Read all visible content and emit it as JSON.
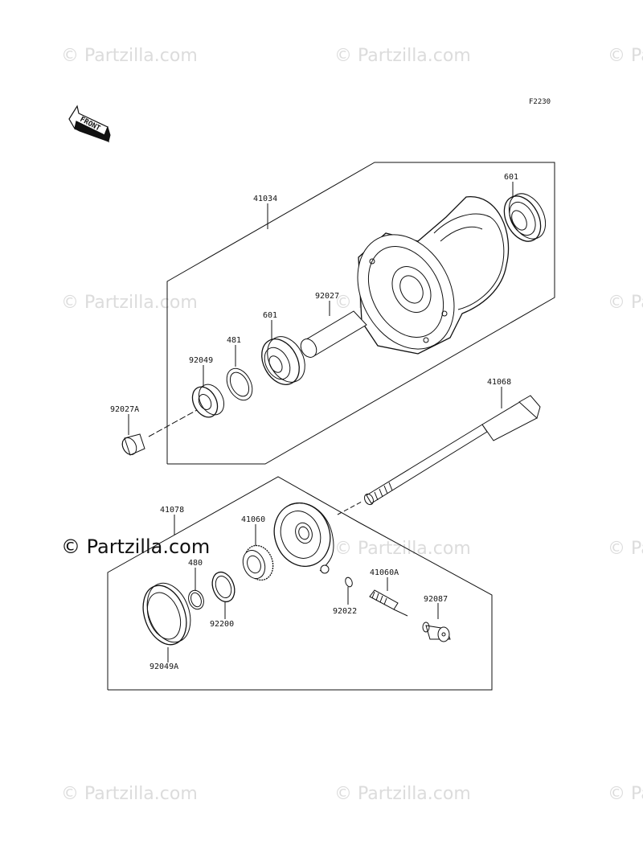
{
  "diagram": {
    "code": "F2230",
    "front_arrow_label": "FRONT",
    "watermark_text": "© Partzilla.com",
    "parts": {
      "p41034": "41034",
      "p601_top": "601",
      "p92027": "92027",
      "p601_mid": "601",
      "p481": "481",
      "p92049": "92049",
      "p92027A": "92027A",
      "p41068": "41068",
      "p41078": "41078",
      "p41060": "41060",
      "p480": "480",
      "p92200": "92200",
      "p92049A": "92049A",
      "p92022": "92022",
      "p41060A": "41060A",
      "p92087": "92087"
    }
  }
}
